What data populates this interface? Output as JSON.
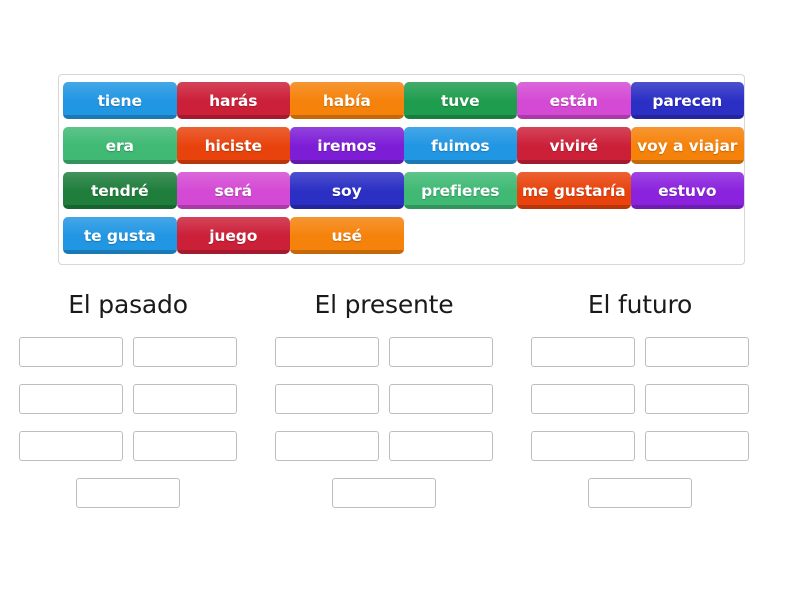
{
  "tile_bank": {
    "name": "word-tile-bank",
    "rows": [
      [
        {
          "label": "tiene",
          "color": "#2196e3"
        },
        {
          "label": "harás",
          "color": "#cc2039"
        },
        {
          "label": "había",
          "color": "#f5820b"
        },
        {
          "label": "tuve",
          "color": "#1f9d4e"
        },
        {
          "label": "están",
          "color": "#d44ad4"
        },
        {
          "label": "parecen",
          "color": "#2b2fc4"
        }
      ],
      [
        {
          "label": "era",
          "color": "#3fb974"
        },
        {
          "label": "hiciste",
          "color": "#e8430d"
        },
        {
          "label": "iremos",
          "color": "#7d1ed6"
        },
        {
          "label": "fuimos",
          "color": "#2196e3"
        },
        {
          "label": "viviré",
          "color": "#cc2039"
        },
        {
          "label": "voy a viajar",
          "color": "#f5820b"
        }
      ],
      [
        {
          "label": "tendré",
          "color": "#1f7e3c"
        },
        {
          "label": "será",
          "color": "#d44ad4"
        },
        {
          "label": "soy",
          "color": "#2b2fc4"
        },
        {
          "label": "prefieres",
          "color": "#3fb974"
        },
        {
          "label": "me gustaría",
          "color": "#e8430d"
        },
        {
          "label": "estuvo",
          "color": "#8b23de"
        }
      ],
      [
        {
          "label": "te gusta",
          "color": "#2196e3"
        },
        {
          "label": "juego",
          "color": "#cc2039"
        },
        {
          "label": "usé",
          "color": "#f5820b"
        }
      ]
    ]
  },
  "columns": [
    {
      "heading": "El pasado",
      "dropzone_count": 7
    },
    {
      "heading": "El presente",
      "dropzone_count": 7
    },
    {
      "heading": "El futuro",
      "dropzone_count": 7
    }
  ],
  "theme": {
    "page_background": "#ffffff",
    "bank_border": "#d7d7d7",
    "dropzone_border": "#bdbdbd",
    "heading_color": "#1a1a1a",
    "tile_text_color": "#ffffff"
  }
}
